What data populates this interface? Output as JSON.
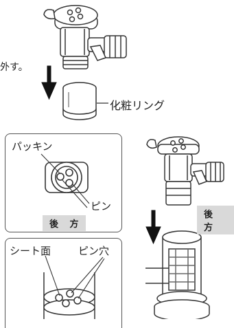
{
  "instruction_fragment": "外す。",
  "callouts": {
    "cosmetic_ring": "化粧リング",
    "packing": "パッキン",
    "pin": "ピン",
    "seat_surface": "シート面",
    "pin_hole": "ピン穴"
  },
  "orientation_labels": {
    "rear_left": "後 方",
    "rear_right": "後 方"
  },
  "colors": {
    "line": "#333333",
    "badge_bg": "#d9d9d9",
    "arrow": "#111111"
  }
}
